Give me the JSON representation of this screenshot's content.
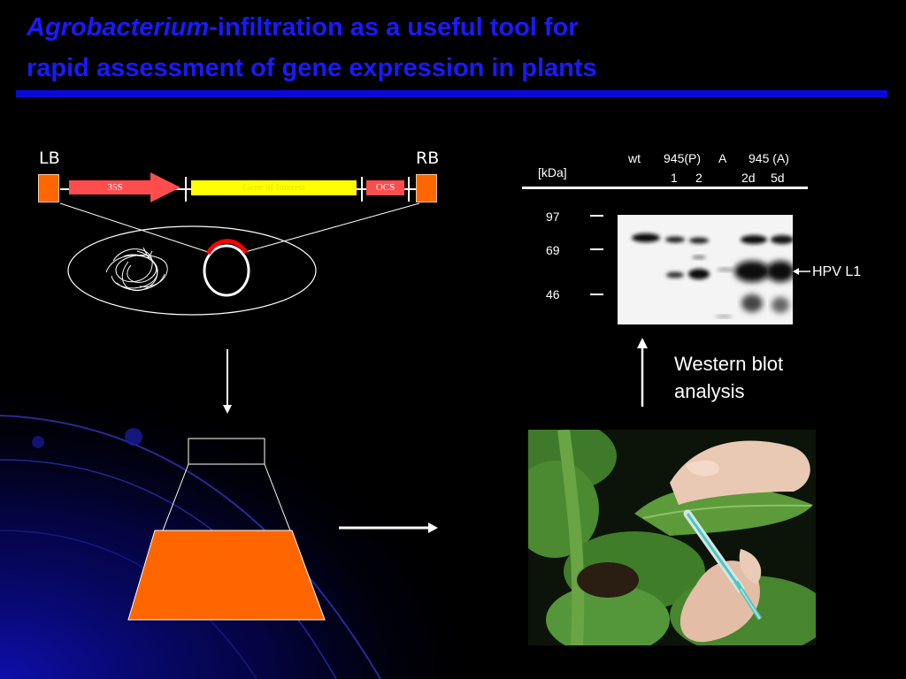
{
  "title": {
    "italic_part": "Agrobacterium",
    "rest_line1": "-infiltration as a useful tool for",
    "line2": "rapid assessment of gene expression in plants"
  },
  "construct": {
    "left_border": "LB",
    "right_border": "RB",
    "promoter": "35S",
    "gene": "Gene of Interest",
    "terminator": "OCS"
  },
  "western_blot": {
    "unit_label": "[kDa]",
    "lane_header_row1": [
      "wt",
      "945(P)",
      "A",
      "945 (A)"
    ],
    "lane_header_row2": [
      "1",
      "2",
      "2d",
      "5d"
    ],
    "markers": [
      "97",
      "69",
      "46"
    ],
    "band_label": "HPV L1",
    "caption_line1": "Western blot",
    "caption_line2": "analysis"
  },
  "colors": {
    "title": "#1a1aff",
    "rule": "#0a0ad8",
    "border_box": "#ff6600",
    "promoter": "#ff4d4d",
    "gene": "#ffff00",
    "flask_liquid": "#ff6600",
    "plasmid_insert": "#ff0000"
  }
}
